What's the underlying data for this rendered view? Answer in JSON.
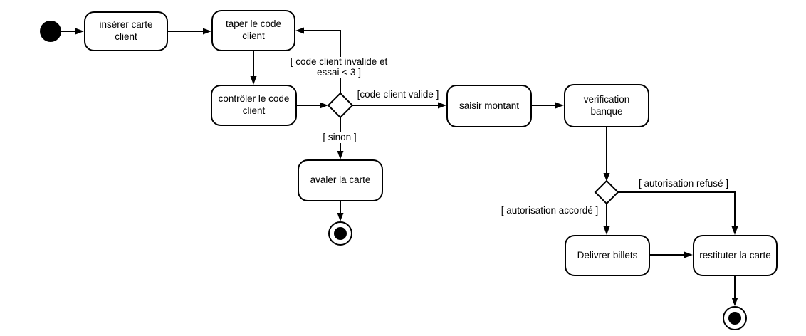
{
  "colors": {
    "line": "#000000",
    "node_fill": "#ffffff",
    "text": "#000000",
    "background": "#ffffff"
  },
  "activities": {
    "inserer": "insérer carte client",
    "taper": "taper le code client",
    "controler": "contrôler le code client",
    "saisir": "saisir montant",
    "verification": "verification banque",
    "avaler": "avaler la carte",
    "delivrer": "Delivrer billets",
    "restituter": "restituter la carte"
  },
  "guards": {
    "invalide_line1": "[ code client invalide et",
    "invalide_line2": "essai < 3 ]",
    "valide": "[code client valide ]",
    "sinon": "[ sinon ]",
    "refuse": "[ autorisation refusé ]",
    "accorde": "[ autorisation accordé ]"
  }
}
